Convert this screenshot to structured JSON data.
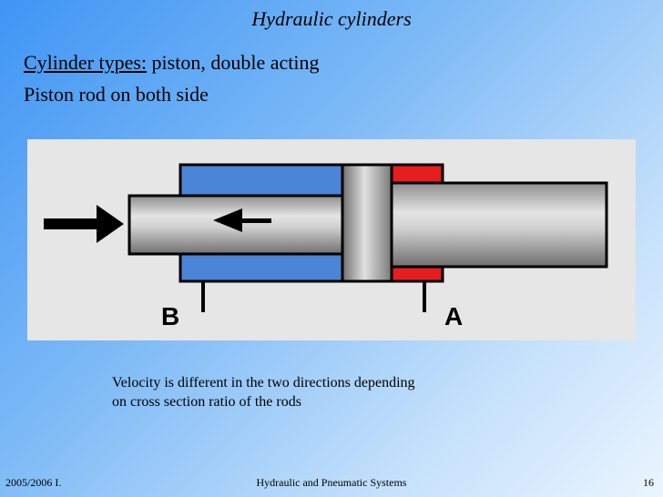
{
  "slide": {
    "title": "Hydraulic cylinders",
    "cylinder_types_label": "Cylinder types:",
    "cylinder_types_value": " piston, double acting",
    "subtitle": "Piston rod on both side"
  },
  "figure": {
    "port_b": "B",
    "port_a": "A",
    "colors": {
      "chamber_b": "#4a85d8",
      "chamber_a": "#e41e1e",
      "background": "#e6e6e6"
    }
  },
  "caption": {
    "line1": "Velocity is different in the two directions depending",
    "line2": "on cross section ratio of the rods"
  },
  "footer": {
    "left": "2005/2006 I.",
    "center": "Hydraulic and Pneumatic Systems",
    "right": "16"
  }
}
